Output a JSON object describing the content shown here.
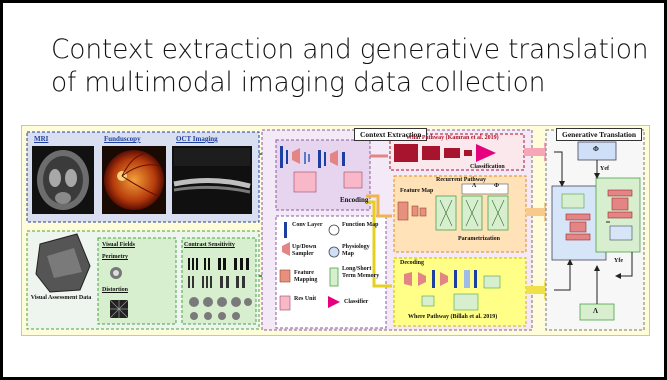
{
  "slide": {
    "title_line1": "Context extraction and generative translation",
    "title_line2": "of multimodal imaging data collection"
  },
  "figure": {
    "inputs": {
      "mri": "MRI",
      "funduscopy": "Funduscopy",
      "oct": "OCT Imaging",
      "visual_assessment": "Visual Assessment Data",
      "visual_fields": "Visual Fields",
      "perimetry": "Perimetry",
      "distortion": "Distortion",
      "contrast_sensitivity": "Contrast Sensitivity"
    },
    "context_extraction": {
      "title": "Context Extraction",
      "encoding": "Encoding",
      "what_pathway": "What Pathway (Kamran et al. 2019)",
      "classification": "Classification",
      "recurrent_pathway": "Recurrent Pathway",
      "feature_map": "Feature Map",
      "lambda": "Λ",
      "phi": "Φ",
      "parametrization": "Parametrization",
      "decoding": "Decoding",
      "where_pathway": "Where Pathway (Billah et al. 2019)"
    },
    "legend": {
      "conv_layer": "Conv Layer",
      "function_map": "Function Map",
      "updown_sampler": "Up/Down Sampler",
      "physiology_map": "Physiology Map",
      "feature_mapping": "Feature Mapping",
      "lstm": "Long/Short Term Memory",
      "res_unit": "Res Unit",
      "classifier": "Classifier"
    },
    "generative_translation": {
      "title": "Generative Translation",
      "phi": "Φ",
      "upsilon_ef": "Υef",
      "upsilon_fe": "Υfe",
      "lambda": "Λ"
    },
    "colors": {
      "figure_bg": "#fffcd9",
      "input_blue": "#1d3fa0",
      "green_panel": "#d8efcf",
      "purple_panel": "#e7d4ee",
      "what_red": "#a8142e",
      "orange_panel": "#ffe2b8",
      "yellow_panel": "#ffff88",
      "generative_bg": "#f7f7f7"
    }
  }
}
